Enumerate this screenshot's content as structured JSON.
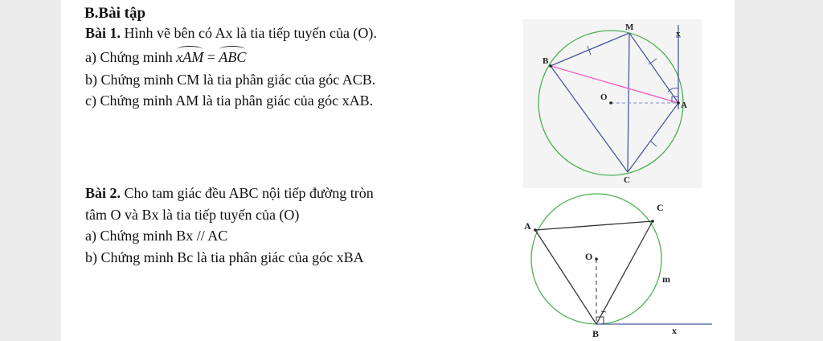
{
  "heading": "B.Bài tập",
  "ex1": {
    "label": "Bài 1.",
    "statement": " Hình vẽ bên có Ax là tia tiếp tuyến của (O).",
    "a_prefix": "a) Chứng minh ",
    "a_arc1": "xAM",
    "a_eq": " = ",
    "a_arc2": "ABC",
    "b": "b) Chứng minh CM là tia phân giác của góc ACB.",
    "c": "c) Chứng minh AM là tia phân giác của góc xAB.",
    "figure": {
      "M": "M",
      "x": "x",
      "B": "B",
      "O": "O",
      "A": "A",
      "C": "C",
      "colors": {
        "circle": "#4caf50",
        "lines": "#4a5a9a",
        "pink": "#ee5fc8",
        "dashed": "#7a8ac0"
      }
    }
  },
  "ex2": {
    "label": "Bài 2.",
    "statement1": " Cho tam giác đều ABC nội tiếp đường tròn",
    "statement2": "tâm O và Bx là tia tiếp tuyến của (O)",
    "a": "a) Chứng minh Bx // AC",
    "b": "b) Chứng minh Bc là tia phân giác của góc xBA",
    "figure": {
      "C": "C",
      "A": "A",
      "O": "O",
      "m": "m",
      "B": "B",
      "x": "x",
      "colors": {
        "circle": "#4caf50",
        "lines": "#333333",
        "tangent": "#4a5a9a"
      }
    }
  }
}
